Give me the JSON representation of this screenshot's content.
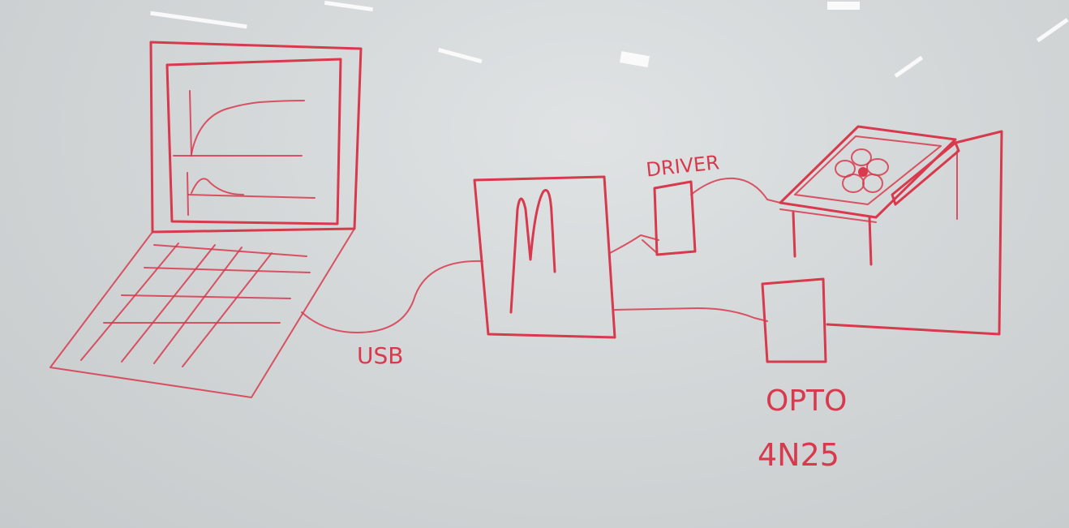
{
  "labels": {
    "usb": "USB",
    "driver": "DRIVER",
    "opto": "OPTO",
    "part_number": "4N25"
  },
  "colors": {
    "marker_ink": "#d8394d",
    "board": "#d3d7d8"
  },
  "icons": {
    "fan": "fan-icon",
    "laptop": "laptop-icon",
    "microcontroller": "microcontroller-box"
  }
}
